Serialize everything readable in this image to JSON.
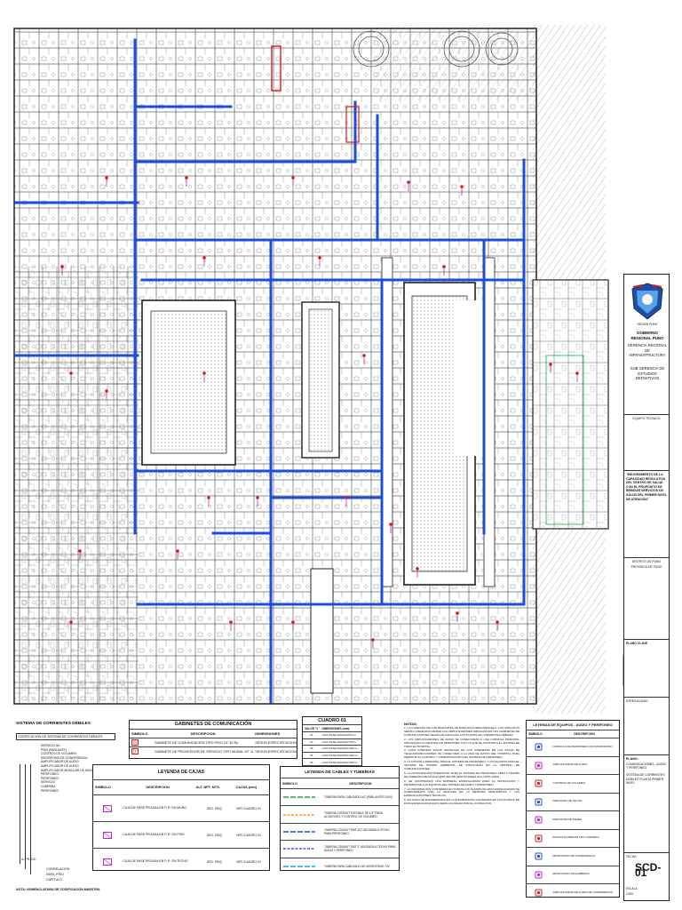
{
  "plan": {
    "corridor_color": "#1d4ed8",
    "wall_color": "#222222",
    "accent_red": "#d91c1c",
    "accent_magenta": "#c026d3",
    "courtyard_color": "#555555"
  },
  "legend_corrientes": {
    "title": "SISTEMA DE CORRIENTES DÉBILES",
    "subtitle": "CODIFICACIÓN DE SISTEMA DE CORRIENTES DÉBILES",
    "items": [
      "SERVICIO AD",
      "PISO (PARLANTE)",
      "CONTROL DE VOLUMEN",
      "MICRÓFONO DE CONFERENCIA",
      "AMPLIFICADOR DE AUDIO",
      "AMPLIFICADOR DE AUDIO",
      "AMPLIFICADOR MODULAR DE AUDIO",
      "PERIFONEO",
      "PERIFONEO",
      "SERVICIO",
      "CAMPANA",
      "PERIFONEO"
    ],
    "code_label": "A-PS-OC",
    "bracket_labels": [
      "CORRELACIÓN",
      "NIVEL PISO",
      "CAPÍTULO"
    ],
    "note": "NOTA: NOMENCLATURA DE CODIFICACIÓN MAESTRA"
  },
  "gabinetes": {
    "title": "GABINETES DE COMUNICACIÓN",
    "headers": [
      "SIMBOLO",
      "DESCRIPCION",
      "DIMENSIONES"
    ],
    "rows": [
      {
        "desc": "GABINETE DE COMUNICACIÓN TIPO PISO 19\" 42 Ru",
        "dim": "SEGÚN ESPECIFICACIONES"
      },
      {
        "desc": "GABINETE DE PROVEEDOR DE SERVICIO TIPO MURAL 19\" 18 Ru",
        "dim": "SEGÚN ESPECIFICACIONES"
      }
    ]
  },
  "cuadro": {
    "title": "CUADRO 01",
    "headers": [
      "VALOR \"x\"",
      "DIMENSIONES (mm)"
    ],
    "rows": [
      [
        "01",
        "CAJA PASE 100x100x50mm"
      ],
      [
        "02",
        "CAJA PASE 150x150x75mm"
      ],
      [
        "03",
        "CAJA PASE 200x200x100mm"
      ],
      [
        "04",
        "CAJA PASE 250x250x100mm"
      ],
      [
        "05",
        "CAJA PASE 300x300x150mm"
      ],
      [
        "06",
        "CAJA PASE 400x400x150mm"
      ]
    ]
  },
  "notas": {
    "title": "NOTAS:",
    "paragraphs": [
      "1. LA CONEXIÓN DE LOS PARLANTES SE HARÁ EN FORMA PARALELA. LOS CIRCUITOS SERÁN CABLEADOS DESDE LOS AMPLIFICADORES UBICADOS EN LOS GABINETES DE COMUNICACIONES SEGÚN SE INDICA EN LOS PLANOS DE CORRIENTES DÉBILES.",
      "2. LOS AMPLIFICADORES DE AUDIO SE CONECTARÁN A UNA CONSOLA PRINCIPAL UBICADA EN LA CENTRAL DE PERIFONEO CON LA QUE SE CONTROLA EL SISTEMA DE TODO EL HOSPITAL.",
      "3. CADA INTERFAZ IP/VoIP INSTALADA EN LOS GABINETES DE LAS SALAS DE TELECOMUNICACIONES SE CONECTARÁ A LA RED DE DATOS DEL HOSPITAL PARA PERMITIR EL CONTROL Y ADMINISTRACIÓN DEL SISTEMA DE PERIFONEO.",
      "4. LA CONSOLA PRINCIPAL PARA EL SISTEMA DE PERIFONEO Y LOS EQUIPOS PARA EL SISTEMA DE SONIDO AMBIENTAL SE INSTALARÁN EN LA CENTRAL DE COMUNICACIONES.",
      "5. LA CANALIZACIÓN HORIZONTAL PARA EL SISTEMA DE PERIFONEO SERÁ A TRAVÉS DE TUBERÍAS METÁLICAS EMT SEGÚN INDICACIONES EN LOS PLANOS.",
      "6. SE CONTRATARÁ UNA EMPRESA ESPECIALIZADA PARA LA INSTALACIÓN Y PRUEBAS DE LOS EQUIPOS DEL SISTEMA DE AUDIO Y PERIFONEO.",
      "7. LA INFORMACIÓN CONTENIDA EN TODOS LOS PLANOS DE ESTA ESPECIALIDAD SE COMPLEMENTA CON LA INDICADA EN LA MEMORIA DESCRIPTIVA Y LAS ESPECIFICACIONES TÉCNICAS.",
      "8. EN CASO DE DISCREPANCIA EN LA INFORMACIÓN CONTENIDA EN LOS PLANOS DE ESTA ESPECIALIDAD ESTA SERÁ ACLARADA POR EL CONSULTOR."
    ]
  },
  "leyenda_equipos": {
    "title": "LEYENDA DE EQUIPOS - AUDIO Y PERIFONEO",
    "headers": [
      "SIMBOLO",
      "DESCRIPCION"
    ],
    "rows": [
      "CONSOLA DE PERIFONEO CON MICRÓFONO",
      "AMPLIFICADOR DE AUDIO",
      "CONTROL DE VOLUMEN",
      "PARLANTE DE TECHO",
      "PARLANTE DE PARED",
      "BOCINA EXTERIOR TIPO CORNETA",
      "MICRÓFONO DE CONFERENCIA",
      "MICRÓFONO INALÁMBRICO",
      "AMPLIFICADOR DE AUDIO DE CONFERENCIA"
    ]
  },
  "leyenda_cajas": {
    "title": "LEYENDA DE CAJAS",
    "headers": [
      "SIMBOLO",
      "DESCRIPCION",
      "ALT. NPT. MTS.",
      "CAJAS (mm)"
    ],
    "rows": [
      {
        "desc": "CAJA DE PASE PEGADA EN P. R. EN MURO",
        "alt": "SEG. REQ",
        "caja": "VER CUADRO 01"
      },
      {
        "desc": "CAJA DE PASE PEGADA EN P. R. EN PISO",
        "alt": "SEG. REQ",
        "caja": "VER CUADRO 01"
      },
      {
        "desc": "CAJA DE PASE PEGADA EN P. R. EN TECHO",
        "alt": "SEG. REQ",
        "caja": "VER CUADRO 01"
      }
    ]
  },
  "leyenda_cables": {
    "title": "LEYENDA DE CABLES Y TUBERIAS",
    "headers": [
      "SIMBOLO",
      "DESCRIPCION"
    ],
    "rows": [
      {
        "desc": "TUBERIA PARA CABLEADO A/C (PARLANTES 100V)",
        "color": "#22a34a"
      },
      {
        "desc": "TUBERIA CONDUIT FLEXIBLE DE 1/2\" PARA ALTAVOCES Y CONTROL DE VOLUMEN",
        "color": "#f59e0b"
      },
      {
        "desc": "TUBERIA CONDUIT EMT 3/4\" ADOSADA A TECHO PARA PERIFONEO",
        "color": "#1d4ed8"
      },
      {
        "desc": "TUBERIA CONDUIT EMT 1\" ADOSADA A TECHO PARA AUDIO Y PERIFONEO",
        "color": "#7c3aed"
      },
      {
        "desc": "TUBERIA PARA CABLEADO DE MICRÓFONO 70V",
        "color": "#0ea5e9"
      }
    ]
  },
  "title_block": {
    "entity": "GOBIERNO REGIONAL PUNO",
    "department": "GERENCIA REGIONAL DE INFRAESTRUCTURA",
    "sub_department": "SUB GERENCIA DE ESTUDIOS DEFINITIVOS",
    "logo_caption": "REGIÓN PUNO",
    "signer": "EQUIPO TÉCNICO",
    "project": "\"MEJORAMIENTO DE LA CAPACIDAD RESOLUTIVA DEL CENTRO DE SALUD CON EL PROPÓSITO DE BRINDAR SERVICIOS DE SALUD DEL PRIMER NIVEL DE ATENCIÓN\"",
    "location_lines": [
      "DISTRITO DE PUNO",
      "PROVINCIA DE PUNO"
    ],
    "key_plan_label": "PLANO CLAVE",
    "specialty": "ESPECIALIDAD",
    "plan_label": "PLANO:",
    "plan_name": "COMUNICACIONES - AUDIO Y PERIFONEO",
    "plan_desc": "SISTEMA DE CORRIENTES DÉBILES PLANTA PRIMER NIVEL",
    "date_label": "FECHA",
    "scale_label": "ESCALA",
    "scale": "1/100",
    "sheet": "SCD-01"
  }
}
